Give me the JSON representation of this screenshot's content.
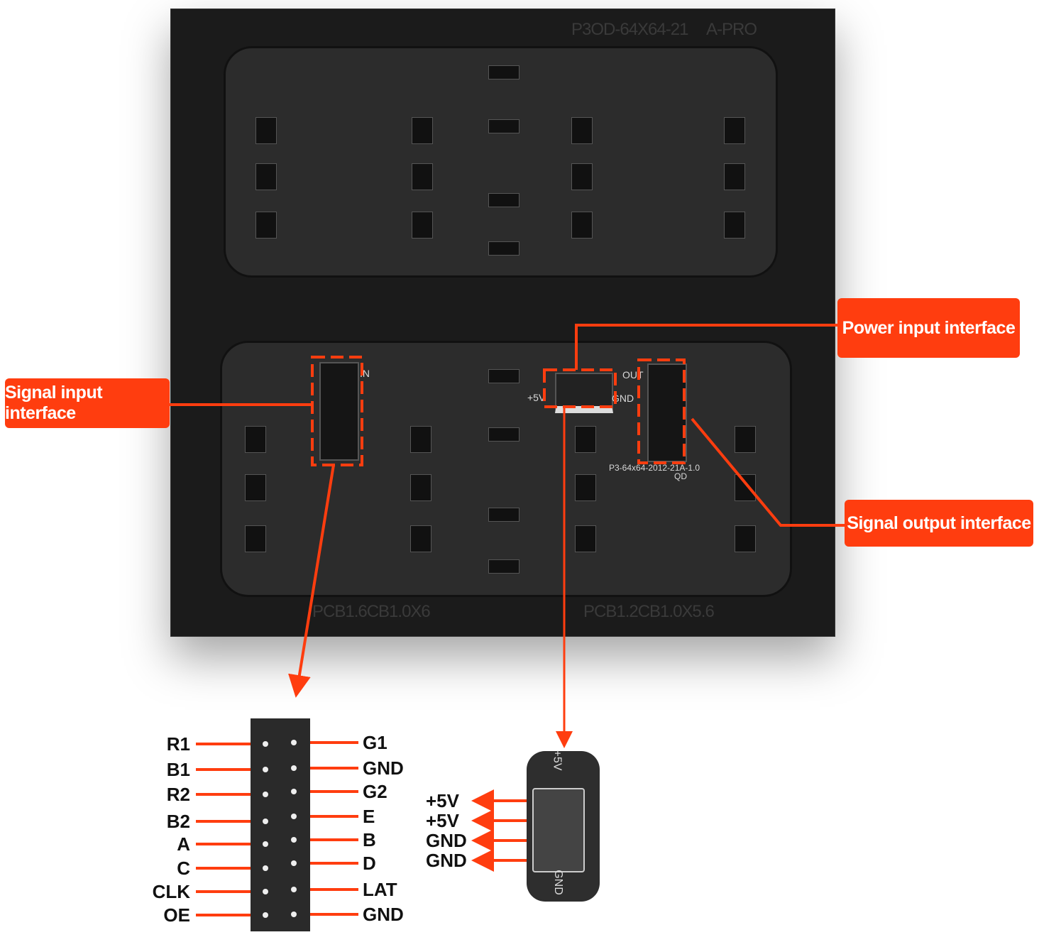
{
  "board": {
    "frame_top_label": "P3OD-64X64-21",
    "frame_top_label2": "A-PRO",
    "frame_bottom_left": "PCB1.6CB1.0X6",
    "frame_bottom_right": "PCB1.2CB1.0X5.6",
    "pcb_model": "P3-64x64-2012-21A-1.0",
    "pcb_maker": "QD",
    "in_label": "IN",
    "out_label": "OUT",
    "plus5v_label": "+5V",
    "gnd_label": "GND"
  },
  "callouts": {
    "signal_input": "Signal input interface",
    "power_input": "Power input interface",
    "signal_output": "Signal output interface",
    "color": "#ff3d0f"
  },
  "hub_pins": {
    "left": [
      "R1",
      "B1",
      "R2",
      "B2",
      "A",
      "C",
      "CLK",
      "OE"
    ],
    "right": [
      "G1",
      "GND",
      "G2",
      "E",
      "B",
      "D",
      "LAT",
      "GND"
    ]
  },
  "power_pins": {
    "labels": [
      "+5V",
      "+5V",
      "GND",
      "GND"
    ],
    "connector_top": "+5V",
    "connector_bottom": "GND"
  }
}
